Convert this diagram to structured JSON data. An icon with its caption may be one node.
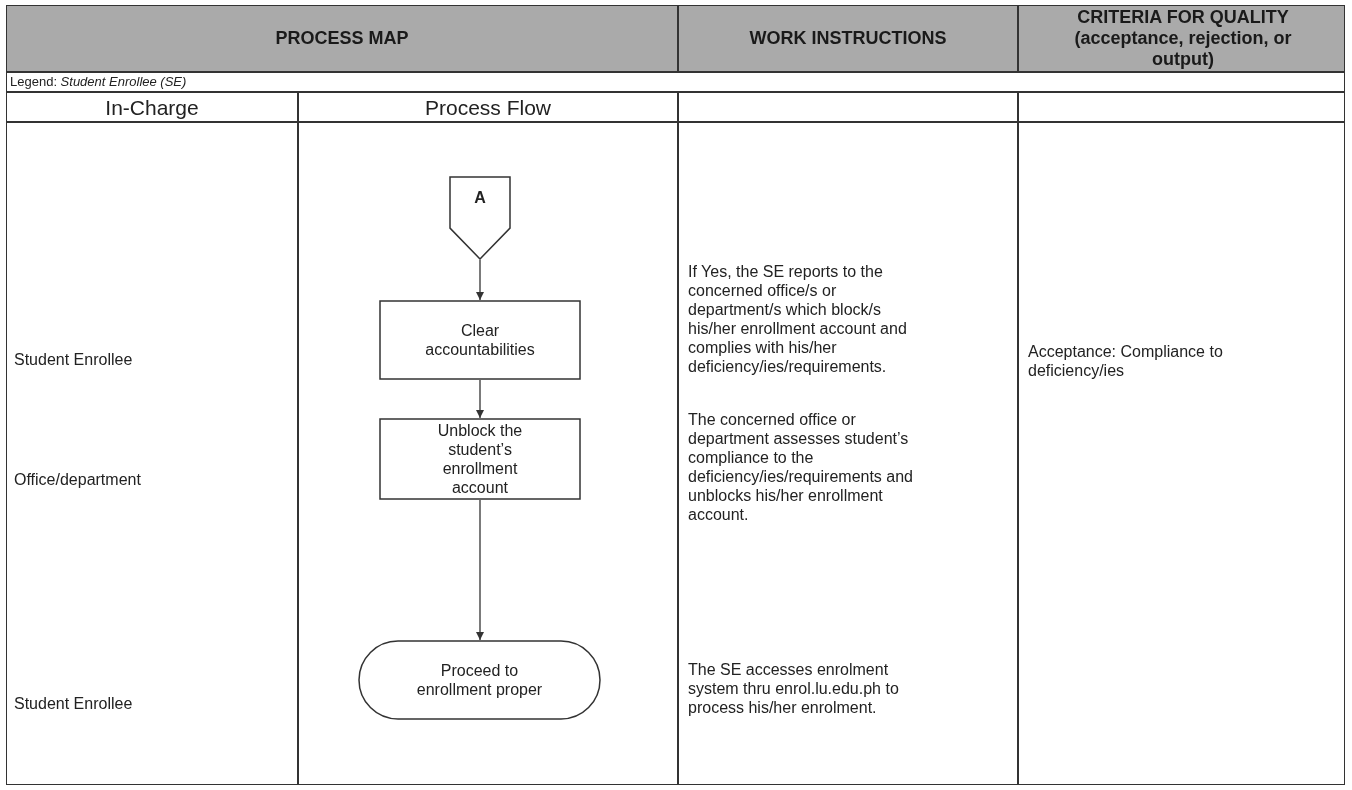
{
  "diagram": {
    "nodes": [
      {
        "text": [
          "A"
        ]
      },
      {
        "text": [
          "Clear accountabilities"
        ]
      },
      {
        "text": [
          "Unblock the student’s enrollment account"
        ]
      },
      {
        "text": [
          "Proceed to enrollment proper"
        ]
      }
    ],
    "edges": [
      {
        "from": 0,
        "to": 1,
        "arrow": "to"
      },
      {
        "from": 1,
        "to": 2,
        "arrow": "to"
      },
      {
        "from": 2,
        "to": 3,
        "arrow": "to"
      }
    ],
    "labels": [
      "PROCESS MAP",
      "WORK INSTRUCTIONS",
      "CRITERIA FOR QUALITY (acceptance, rejection, or output)",
      "Legend: *Student Enrollee (SE)*",
      "In-Charge",
      "Process Flow",
      "If Yes, the SE reports to the concerned office/s or department/s which block/s his/her enrollment account and complies with his/her deficiency/ies/requirements.",
      "Acceptance: Compliance to deficiency/ies",
      "Student Enrollee",
      "The concerned office or department assesses student’s compliance to the deficiency/ies/requirements and unblocks his/her enrollment account.",
      "Office/department",
      "Student Enrollee",
      "The SE accesses enrolment system thru enrol.lu.edu.ph to process his/her enrolment."
    ]
  }
}
